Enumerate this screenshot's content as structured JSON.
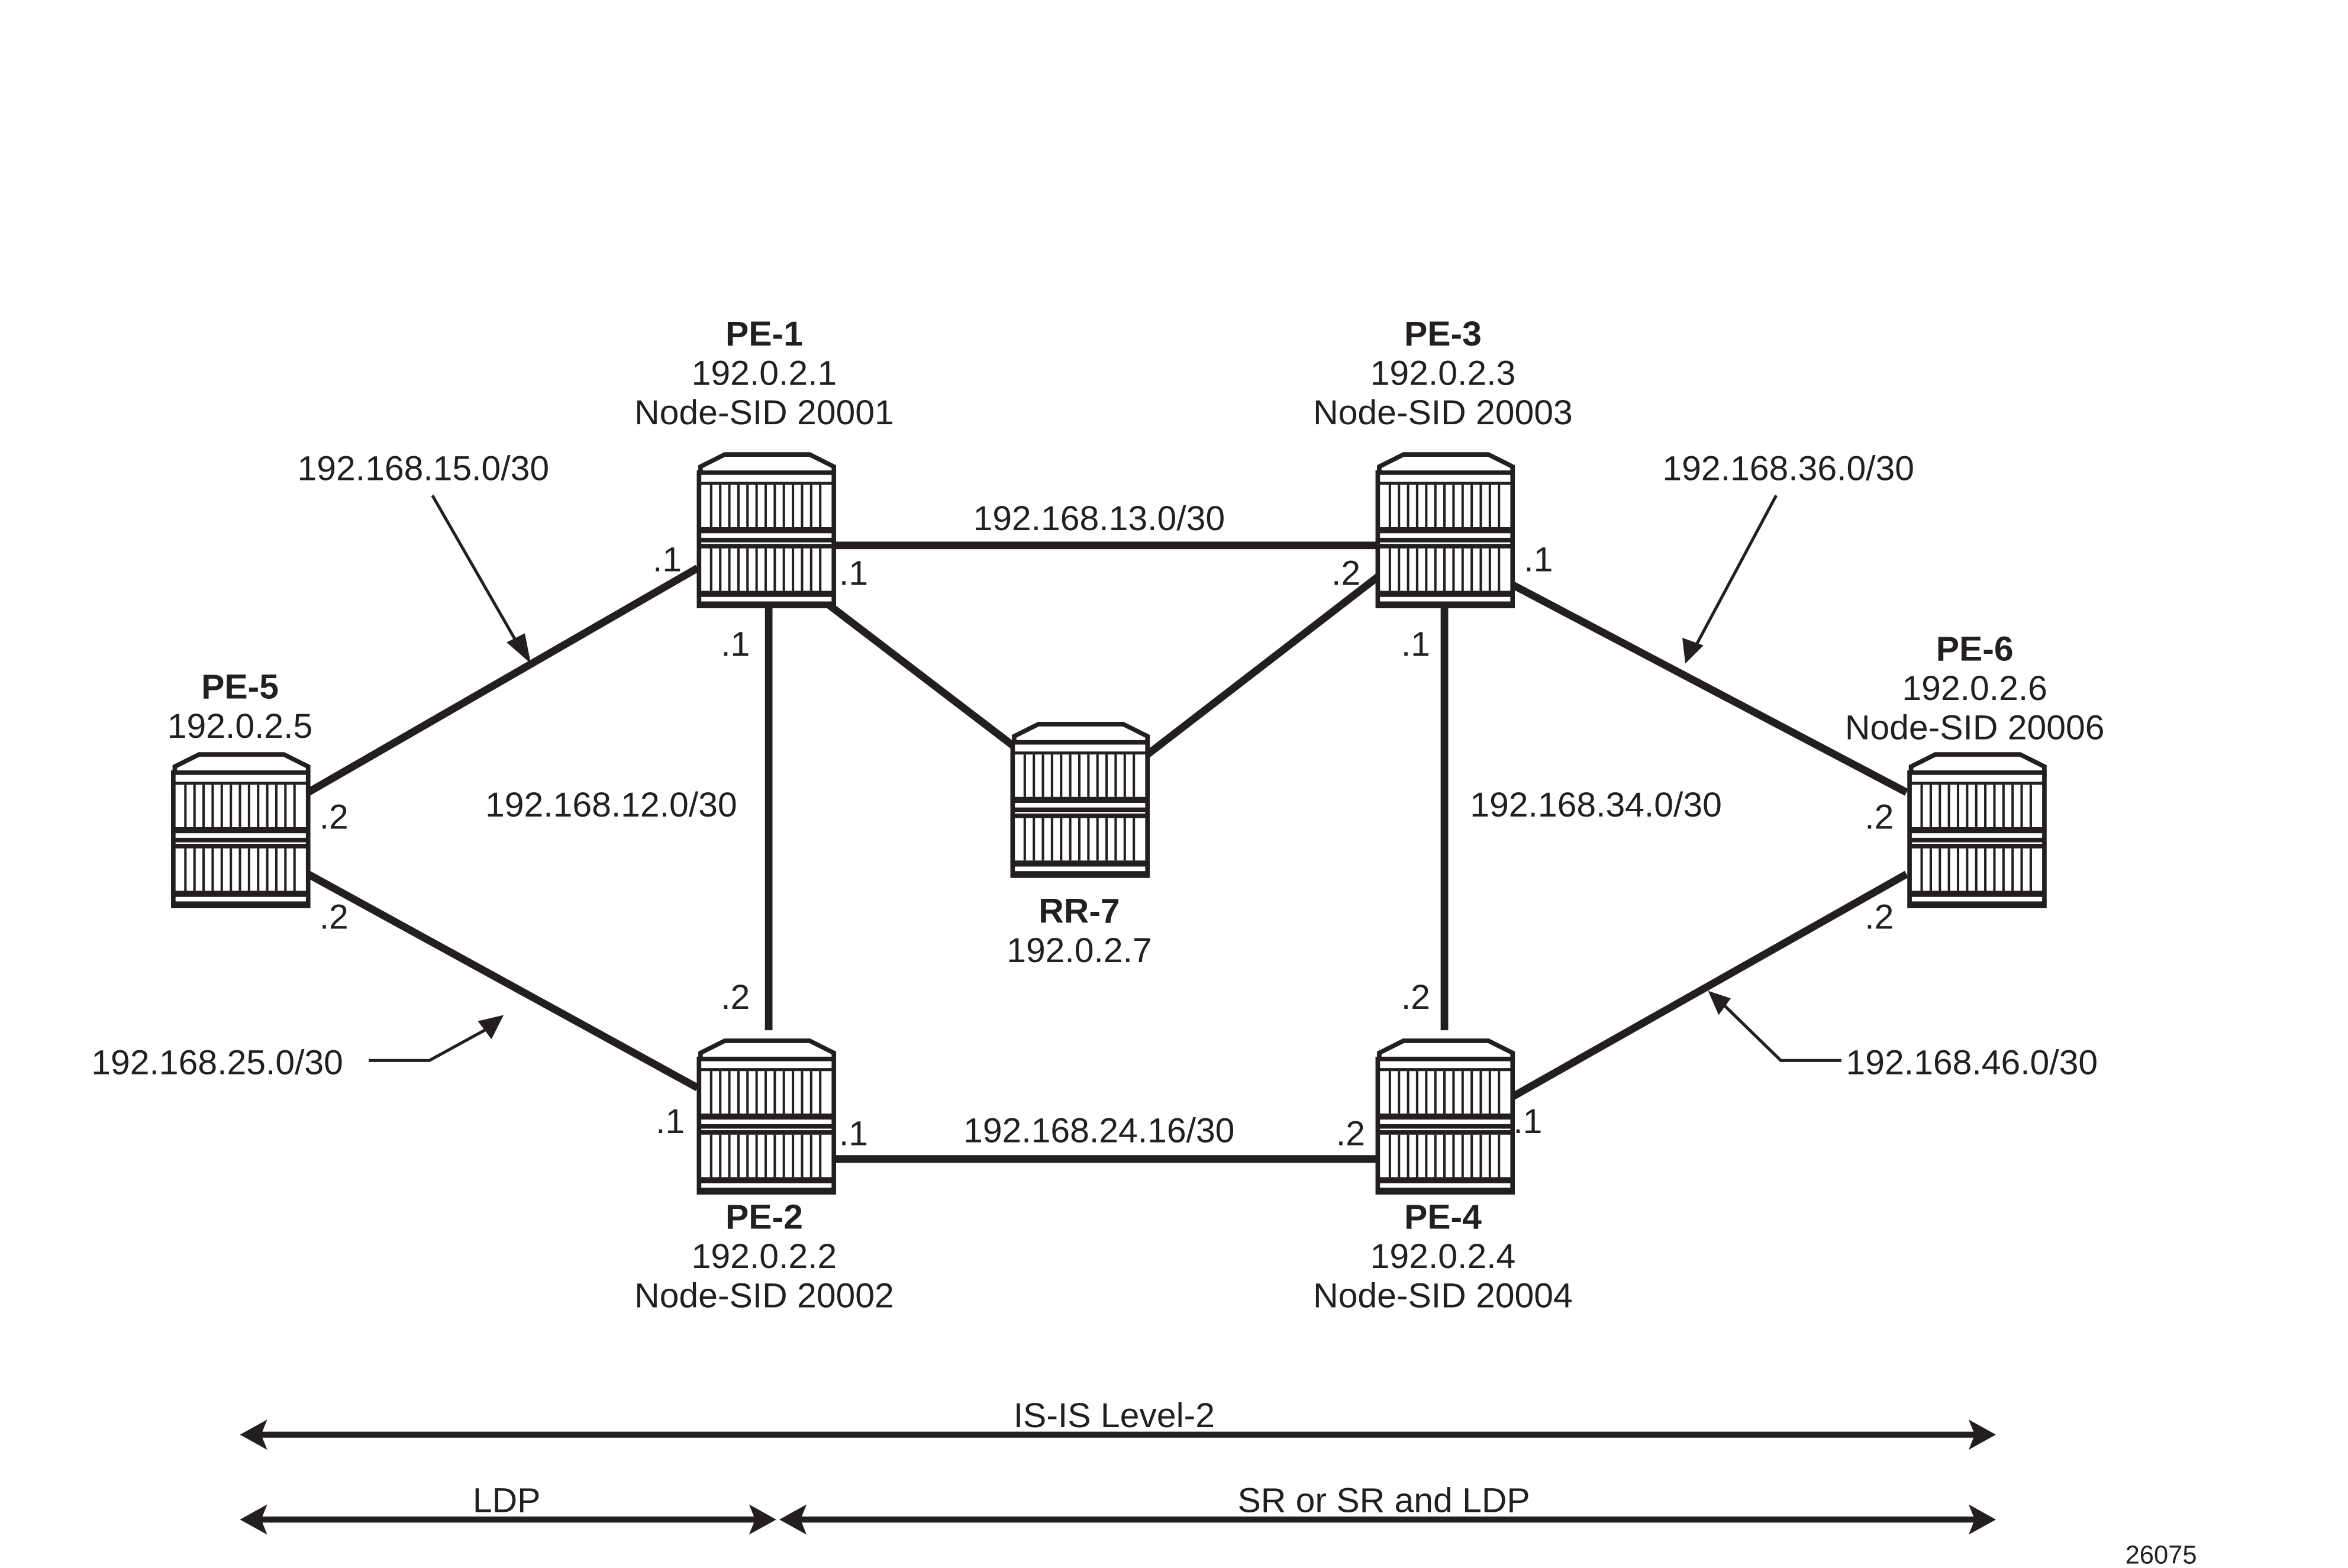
{
  "figure_id": "26075",
  "nodes": [
    {
      "id": "pe1",
      "name": "PE-1",
      "ip": "192.0.2.1",
      "sid": "Node-SID 20001"
    },
    {
      "id": "pe2",
      "name": "PE-2",
      "ip": "192.0.2.2",
      "sid": "Node-SID 20002"
    },
    {
      "id": "pe3",
      "name": "PE-3",
      "ip": "192.0.2.3",
      "sid": "Node-SID 20003"
    },
    {
      "id": "pe4",
      "name": "PE-4",
      "ip": "192.0.2.4",
      "sid": "Node-SID 20004"
    },
    {
      "id": "pe5",
      "name": "PE-5",
      "ip": "192.0.2.5",
      "sid": ""
    },
    {
      "id": "pe6",
      "name": "PE-6",
      "ip": "192.0.2.6",
      "sid": "Node-SID 20006"
    },
    {
      "id": "rr7",
      "name": "RR-7",
      "ip": "192.0.2.7",
      "sid": ""
    }
  ],
  "links": [
    {
      "from": "pe5",
      "to": "pe1",
      "subnet": "192.168.15.0/30",
      "from_if": ".2",
      "to_if": ".1"
    },
    {
      "from": "pe5",
      "to": "pe2",
      "subnet": "192.168.25.0/30",
      "from_if": ".2",
      "to_if": ".1"
    },
    {
      "from": "pe1",
      "to": "pe3",
      "subnet": "192.168.13.0/30",
      "from_if": ".1",
      "to_if": ".2"
    },
    {
      "from": "pe1",
      "to": "pe2",
      "subnet": "192.168.12.0/30",
      "from_if": ".1",
      "to_if": ".2"
    },
    {
      "from": "pe2",
      "to": "pe4",
      "subnet": "192.168.24.16/30",
      "from_if": ".1",
      "to_if": ".2"
    },
    {
      "from": "pe3",
      "to": "pe4",
      "subnet": "192.168.34.0/30",
      "from_if": ".1",
      "to_if": ".2"
    },
    {
      "from": "pe3",
      "to": "pe6",
      "subnet": "192.168.36.0/30",
      "from_if": ".1",
      "to_if": ".2"
    },
    {
      "from": "pe4",
      "to": "pe6",
      "subnet": "192.168.46.0/30",
      "from_if": ".1",
      "to_if": ".2"
    },
    {
      "from": "pe1",
      "to": "rr7",
      "subnet": "",
      "from_if": "",
      "to_if": ""
    },
    {
      "from": "pe3",
      "to": "rr7",
      "subnet": "",
      "from_if": "",
      "to_if": ""
    }
  ],
  "domains": {
    "isis": "IS-IS Level-2",
    "ldp": "LDP",
    "sr": "SR or SR and LDP"
  }
}
